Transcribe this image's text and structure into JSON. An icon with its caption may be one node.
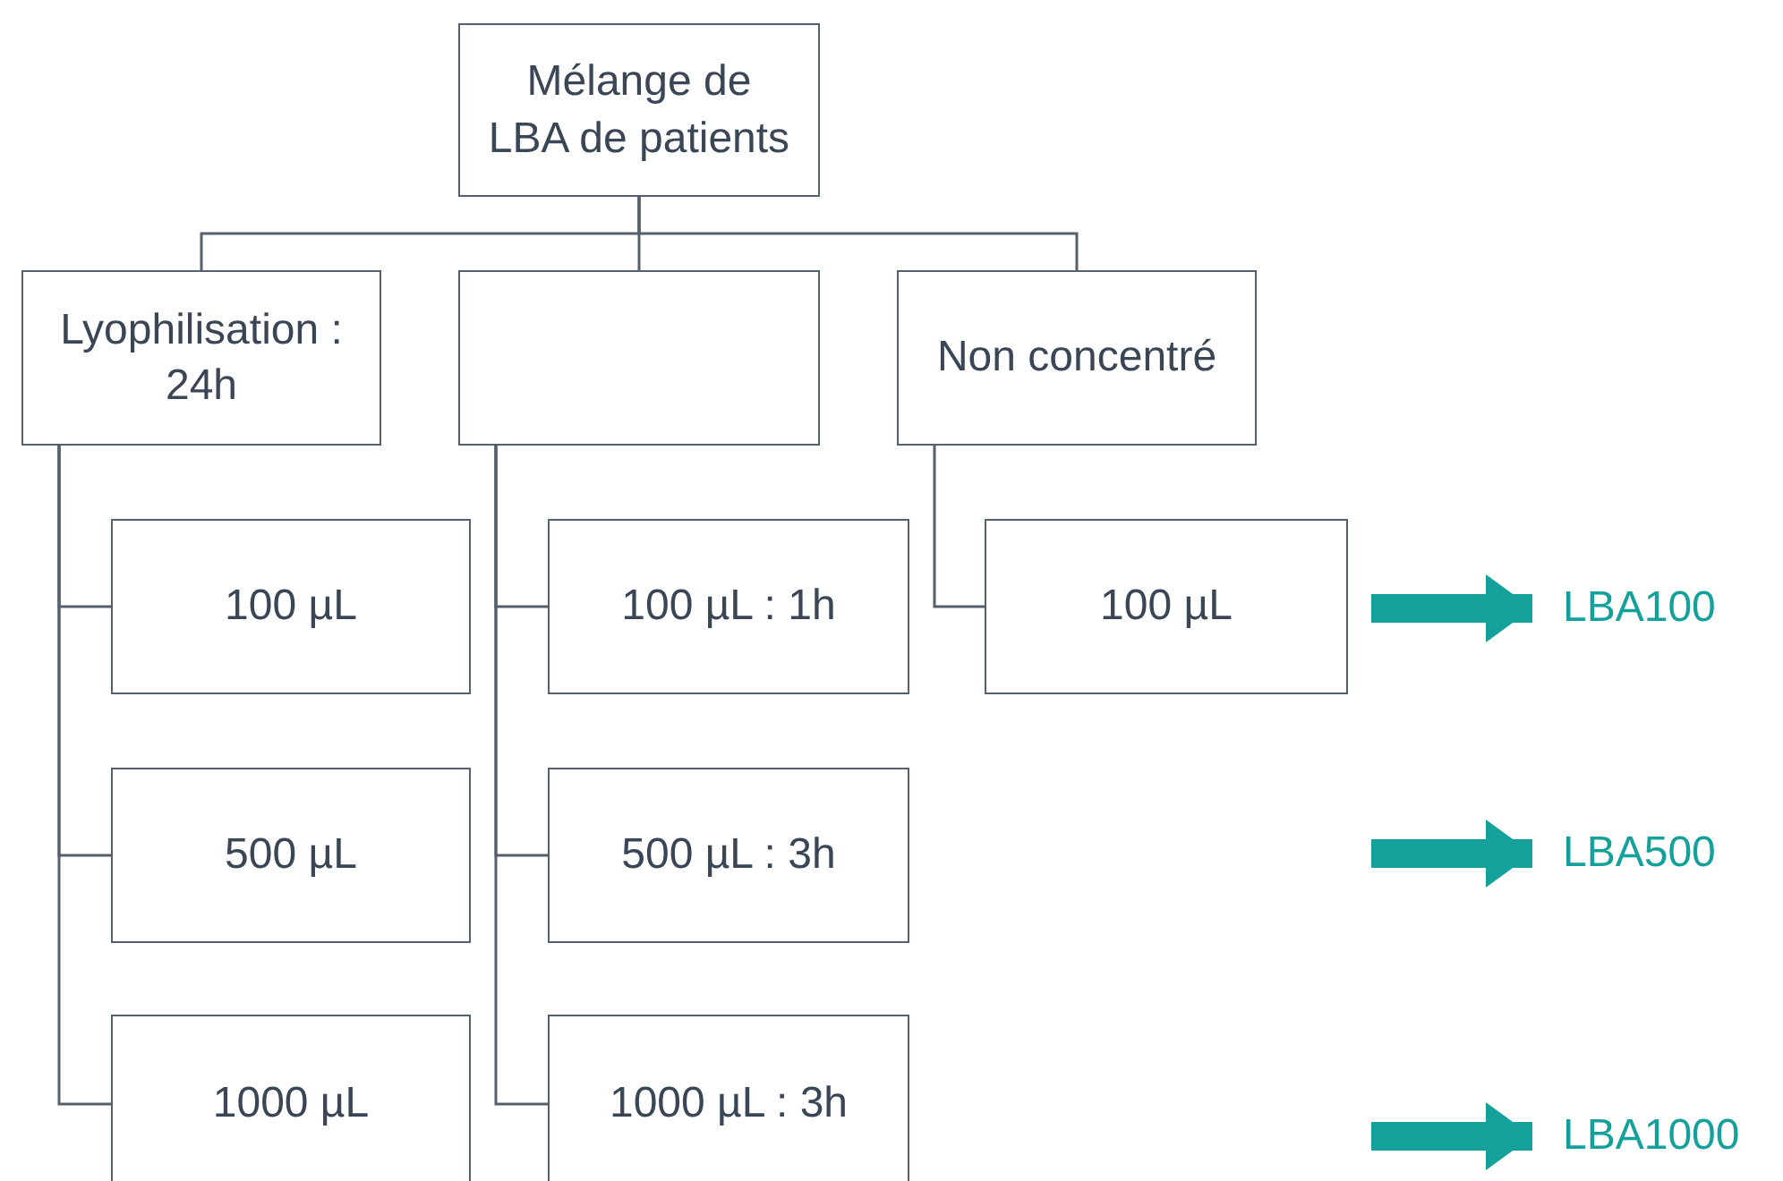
{
  "diagram": {
    "nodes": [
      {
        "text": [
          "Mélange de LBA de patients"
        ]
      },
      {
        "text": [
          "Lyophilisation : 24h"
        ]
      },
      {
        "text": [],
        "shape": "box"
      },
      {
        "text": [
          "Non concentré"
        ]
      },
      {
        "text": [
          "100 µL"
        ]
      },
      {
        "text": [
          "500 µL"
        ]
      },
      {
        "text": [
          "1000 µL"
        ]
      },
      {
        "text": [
          "100 µL : 1h"
        ]
      },
      {
        "text": [
          "500 µL : 3h"
        ]
      },
      {
        "text": [
          "1000 µL : 3h"
        ]
      },
      {
        "text": [
          "100 µL"
        ]
      },
      {
        "text": [
          "LBA100"
        ]
      },
      {
        "text": [
          "LBA500"
        ]
      },
      {
        "text": [
          "LBA1000"
        ]
      }
    ],
    "edges": [
      {
        "from": 0,
        "to": 1,
        "arrow": "none"
      },
      {
        "from": 0,
        "to": 2,
        "arrow": "none"
      },
      {
        "from": 0,
        "to": 3,
        "arrow": "none"
      },
      {
        "from": 1,
        "to": 4,
        "arrow": "none"
      },
      {
        "from": 1,
        "to": 5,
        "arrow": "none"
      },
      {
        "from": 1,
        "to": 6,
        "arrow": "none"
      },
      {
        "from": 2,
        "to": 7,
        "arrow": "none"
      },
      {
        "from": 2,
        "to": 8,
        "arrow": "none"
      },
      {
        "from": 2,
        "to": 9,
        "arrow": "none"
      },
      {
        "from": 3,
        "to": 10,
        "arrow": "none"
      },
      {
        "from": null,
        "to": 11,
        "arrow": "to",
        "style": "thick",
        "color": "#14a09b"
      },
      {
        "from": null,
        "to": 12,
        "arrow": "to",
        "style": "thick",
        "color": "#14a09b"
      },
      {
        "from": null,
        "to": 13,
        "arrow": "to",
        "style": "thick",
        "color": "#14a09b"
      }
    ]
  }
}
